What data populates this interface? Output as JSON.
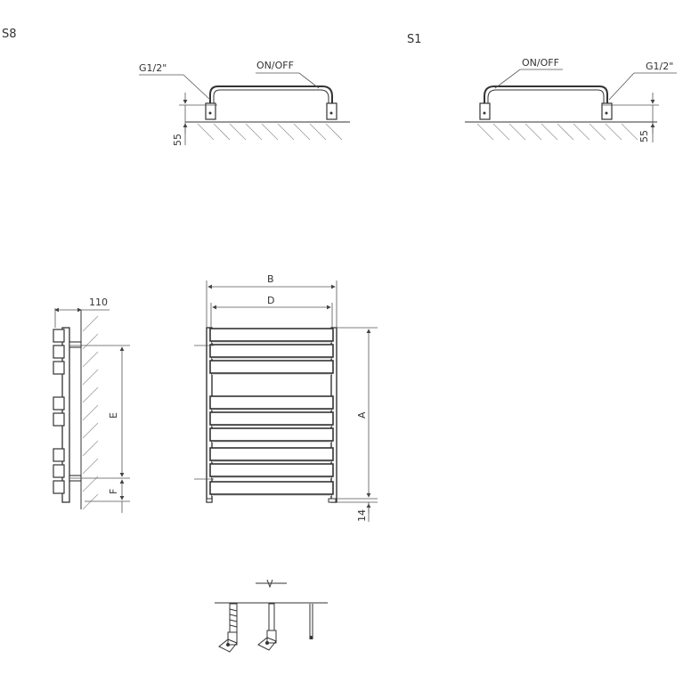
{
  "variants": [
    {
      "code": "S8",
      "connection": "G1/2\"",
      "switch": "ON/OFF",
      "wall_offset": "55"
    },
    {
      "code": "S1",
      "connection": "G1/2\"",
      "switch": "ON/OFF",
      "wall_offset": "55"
    }
  ],
  "side_view": {
    "depth": "110",
    "dims": [
      "E",
      "F"
    ]
  },
  "front_view": {
    "dims": [
      "B",
      "D",
      "A"
    ],
    "bottom_offset": "14"
  },
  "bars": {
    "groups": 3,
    "bars_per_group": 3
  }
}
